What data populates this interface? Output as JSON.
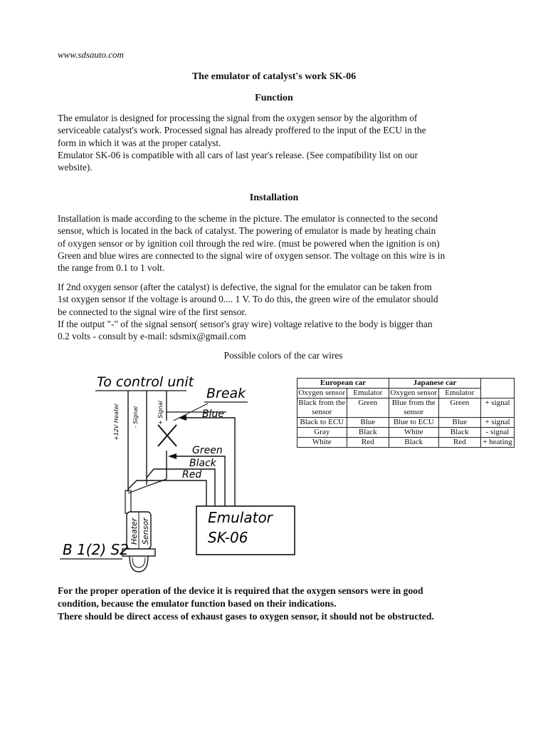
{
  "header": {
    "site": "www.sdsauto.com"
  },
  "title": "The emulator of catalyst's work SK-06",
  "function": {
    "heading": "Function",
    "lines": [
      "The emulator is designed for processing the signal from the  oxygen sensor by the algorithm of",
      "serviceable catalyst's work. Processed signal has already proffered to the input of the ECU in the",
      "form in which it was at the proper catalyst.",
      "Emulator SK-06 is compatible with all cars of last year's release. (See compatibility list on our",
      "website)."
    ]
  },
  "installation": {
    "heading": "Installation",
    "para1": [
      "Installation is made according to the scheme in the picture. The emulator is connected to the second",
      "sensor, which is located in the back of catalyst. The powering of emulator is made by heating chain",
      "of oxygen sensor or by ignition coil through the red wire. (must be powered when the ignition is on)",
      "Green and blue wires are connected to the signal wire of oxygen sensor. The voltage on this wire is in",
      "the range from 0.1 to 1 volt."
    ],
    "para2": [
      "If 2nd oxygen sensor (after the catalyst) is defective, the signal for the emulator can be taken from",
      "1st oxygen sensor if the voltage is around 0.... 1 V. To do this, the green wire of the emulator should",
      "be connected to the signal wire of the first sensor.",
      "If the output  \"-\" of the signal sensor( sensor's gray wire) voltage relative to the body is bigger than",
      "0.2 volts - consult by e-mail: sdsmix@gmail.com"
    ]
  },
  "wire_colors": {
    "caption": "Possible colors of the car wires",
    "groups": [
      "European car",
      "Japanese car"
    ],
    "subheaders": [
      "Oxygen sensor",
      "Emulator",
      "Oxygen sensor",
      "Emulator",
      ""
    ],
    "rows": [
      [
        "Black from the sensor",
        "Green",
        "Blue from the sensor",
        "Green",
        "+ signal"
      ],
      [
        "Black to ECU",
        "Blue",
        "Blue to ECU",
        "Blue",
        "+ signal"
      ],
      [
        "Gray",
        "Black",
        "White",
        "Black",
        "- signal"
      ],
      [
        "White",
        "Red",
        "Black",
        "Red",
        "+ heating"
      ]
    ]
  },
  "diagram": {
    "to_control_unit": "To control unit",
    "break": "Break",
    "blue": "Blue",
    "green": "Green",
    "black": "Black",
    "red": "Red",
    "emulator_line1": "Emulator",
    "emulator_line2": "SK-06",
    "sensor_id": "B 1(2) S2",
    "heater": "Heater",
    "sensor": "Sensor",
    "plus_heater": "+12V Heater",
    "signal_minus": "- Signal",
    "signal_plus": "+ Signal"
  },
  "note": [
    "For  the proper operation of the device it is required that the oxygen sensors were in good",
    "condition, because the emulator function based on their indications.",
    "There should be direct access of exhaust gases to oxygen sensor, it should not be obstructed."
  ]
}
